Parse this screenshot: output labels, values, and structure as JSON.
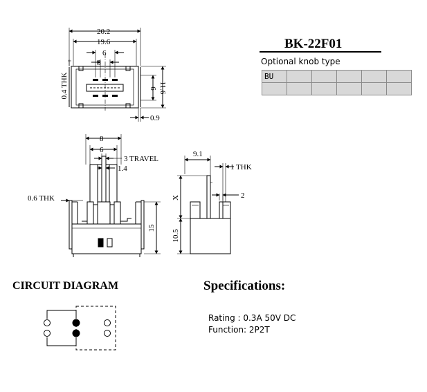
{
  "model": "BK-22F01",
  "knob_label": "Optional knob type",
  "knob_cells": [
    [
      "BU",
      "",
      "",
      "",
      "",
      ""
    ],
    [
      "",
      "",
      "",
      "",
      "",
      ""
    ]
  ],
  "top_view": {
    "dim_20_2": "20.2",
    "dim_19_6": "19.6",
    "dim_6": "6",
    "dim_3": "3",
    "thk": "0.4 THK",
    "dim_0_9": "0.9",
    "dim_side_6": "6",
    "dim_11_6": "11.6"
  },
  "front_view": {
    "dim_8": "8",
    "dim_6": "6",
    "travel": "3 TRAVEL",
    "dim_1_4": "1.4",
    "thk": "0.6 THK",
    "dim_15": "15"
  },
  "side_view": {
    "dim_9_1": "9.1",
    "thk": "1 THK",
    "dim_x": "X",
    "dim_2": "2",
    "dim_10_5": "10.5"
  },
  "circuit_title": "CIRCUIT DIAGRAM",
  "spec_title": "Specifications:",
  "specs": {
    "rating": "Rating : 0.3A 50V DC",
    "function": "Function: 2P2T"
  }
}
